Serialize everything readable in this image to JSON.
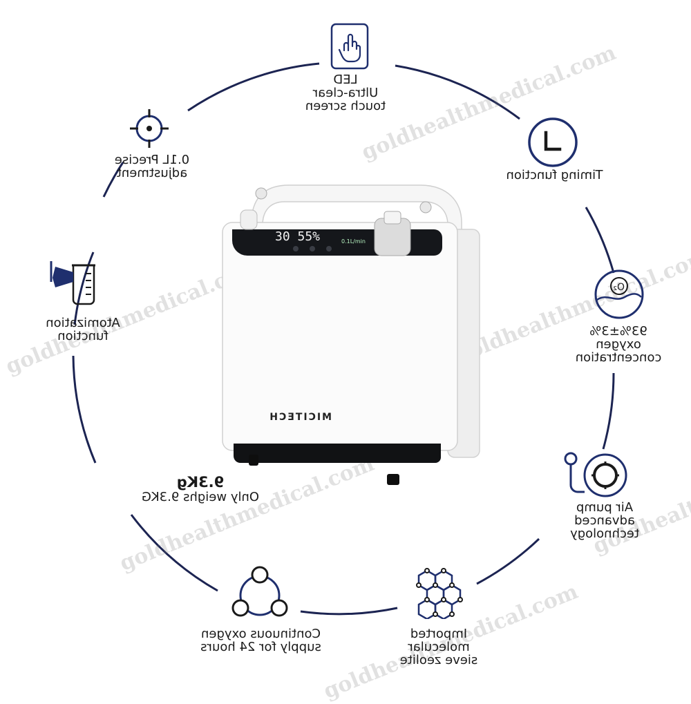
{
  "colors": {
    "ring": "#1c2452",
    "icon": "#1f2f6e",
    "text": "#1a1a1a",
    "watermark": "#9a9a9a"
  },
  "features": {
    "led": {
      "icon": "touch-hand-icon",
      "lines": [
        "LED",
        "Ultra-clear",
        "touch screen"
      ]
    },
    "timing": {
      "icon": "clock-icon",
      "lines": [
        "Timing function"
      ]
    },
    "oxygen": {
      "icon": "oxygen-gauge-icon",
      "lines": [
        "93%±3%",
        "oxygen",
        "concentration"
      ]
    },
    "pump": {
      "icon": "air-pump-icon",
      "lines": [
        "Air pump",
        "advanced",
        "technology"
      ]
    },
    "zeolite": {
      "icon": "molecule-hexagon-icon",
      "lines": [
        "Imported",
        "molecular",
        "sieve zeolite"
      ]
    },
    "continuous": {
      "icon": "cycle-nodes-icon",
      "lines": [
        "Continuous oxygen",
        "supply for 24 hours"
      ]
    },
    "weight": {
      "title": "9.3Kg",
      "lines": [
        "Only weighs 9.3KG"
      ]
    },
    "atomization": {
      "icon": "nebulizer-cup-icon",
      "lines": [
        "Atomization",
        "function"
      ]
    },
    "precise": {
      "icon": "target-icon",
      "lines": [
        "0.1L Precise",
        "adjustment"
      ]
    }
  },
  "device": {
    "brand": "MICITECH",
    "display": "30 55%",
    "display_small": "0.1L/min"
  },
  "watermark": {
    "text": "goldhealthmedical.com"
  }
}
